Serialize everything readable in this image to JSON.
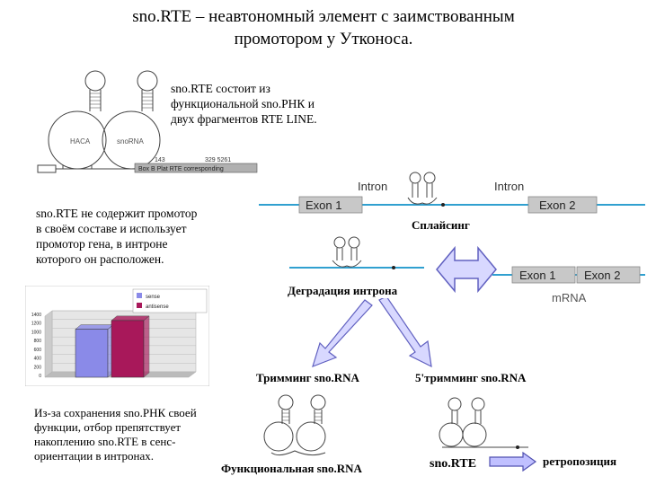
{
  "title": {
    "line1": "sno.RTE – неавтономный элемент с заимствованным",
    "line2": "промотором у Утконоса."
  },
  "texts": {
    "composition": [
      "sno.RTE состоит из",
      "функциональной sno.РНК и",
      "двух фрагментов RTE LINE."
    ],
    "promoter": [
      "sno.RTE не содержит промотор",
      "в своём составе и использует",
      "промотор гена, в интроне",
      "которого он расположен."
    ],
    "selection": [
      "Из-за сохранения sno.РНК своей",
      "функции, отбор препятствует",
      "накоплению sno.RTE в сенс-",
      "ориентации в интронах."
    ]
  },
  "labels": {
    "splicing": "Сплайсинг",
    "intron_degradation": "Деградация интрона",
    "trimming": "Тримминг sno.RNA",
    "trimming5": "5'тримминг sno.RNA",
    "functional": "Функциональная sno.RNA",
    "snorte": "sno.RTE",
    "retroposition": "ретропозиция"
  },
  "gene": {
    "exon1": "Exon 1",
    "exon2": "Exon 2",
    "intron_left": "Intron",
    "intron_right": "Intron",
    "mrna": "mRNA"
  },
  "structure_image": {
    "snoRNA_left": "HACA",
    "snoRNA_right": "snoRNA",
    "num_left": "143",
    "num_right": "329 5261",
    "caption": "Box B  Plat RTE corresponding"
  },
  "chart_data": {
    "type": "bar",
    "categories": [
      ""
    ],
    "series": [
      {
        "name": "sense",
        "values": [
          1100
        ],
        "color": "#8a8ae8"
      },
      {
        "name": "antisense",
        "values": [
          1300
        ],
        "color": "#a8185a"
      }
    ],
    "yticks": [
      "0",
      "200",
      "400",
      "600",
      "800",
      "1000",
      "1200",
      "1400"
    ],
    "ylim": [
      0,
      1400
    ]
  },
  "colors": {
    "arrow_fill": "#d8d8ff",
    "arrow_stroke": "#6060c0",
    "exon_fill": "#c8c8c8",
    "line": "#30a0d0"
  }
}
